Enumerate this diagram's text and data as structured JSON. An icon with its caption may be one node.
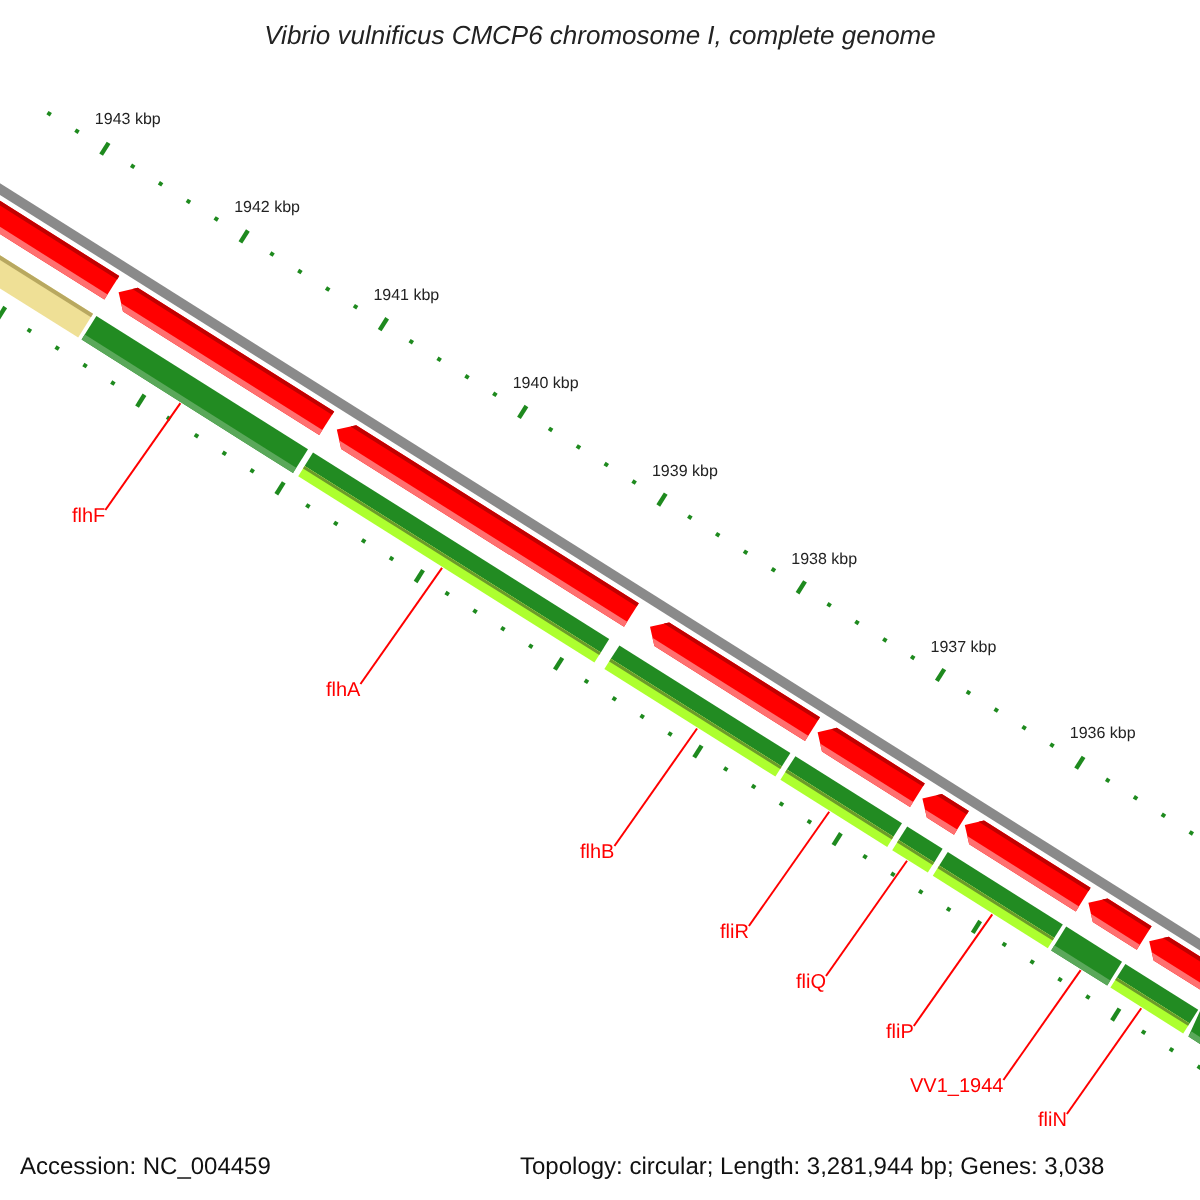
{
  "diagram": {
    "title": "Vibrio vulnificus CMCP6 chromosome I, complete genome",
    "nodes": [
      {
        "text": [
          "flhF"
        ]
      },
      {
        "text": [
          "flhA"
        ]
      },
      {
        "text": [
          "flhB"
        ]
      },
      {
        "text": [
          "fliR"
        ]
      },
      {
        "text": [
          "fliQ"
        ]
      },
      {
        "text": [
          "fliP"
        ]
      },
      {
        "text": [
          "VV1_1944"
        ]
      },
      {
        "text": [
          "fliN"
        ]
      },
      {
        "text": [],
        "shape": "bar"
      },
      {
        "text": [],
        "shape": "bar"
      },
      {
        "text": [],
        "shape": "bar"
      },
      {
        "text": [],
        "shape": "bar"
      },
      {
        "text": [],
        "shape": "bar"
      },
      {
        "text": [],
        "shape": "bar"
      },
      {
        "text": [],
        "shape": "bar"
      },
      {
        "text": [],
        "shape": "bar"
      },
      {
        "text": [],
        "shape": "bar"
      },
      {
        "text": [],
        "shape": "bar"
      },
      {
        "text": [],
        "shape": "arrow"
      },
      {
        "text": [],
        "shape": "arrow"
      },
      {
        "text": [],
        "shape": "arrow"
      },
      {
        "text": [],
        "shape": "arrow"
      },
      {
        "text": [],
        "shape": "arrow"
      },
      {
        "text": [],
        "shape": "arrow"
      },
      {
        "text": [],
        "shape": "arrow"
      },
      {
        "text": [],
        "shape": "arrow"
      },
      {
        "text": [],
        "shape": "arrow"
      }
    ],
    "edges": [
      {
        "from": 0,
        "to": 8,
        "arrow": "none"
      },
      {
        "from": 1,
        "to": 9,
        "arrow": "none"
      },
      {
        "from": 2,
        "to": 10,
        "arrow": "none"
      },
      {
        "from": 3,
        "to": 11,
        "arrow": "none"
      },
      {
        "from": 4,
        "to": 12,
        "arrow": "none"
      },
      {
        "from": 5,
        "to": 13,
        "arrow": "none"
      },
      {
        "from": 6,
        "to": 14,
        "arrow": "none"
      },
      {
        "from": 7,
        "to": 15,
        "arrow": "none"
      }
    ],
    "labels": [
      "1943 kbp",
      "1942 kbp",
      "1941 kbp",
      "1940 kbp",
      "1939 kbp",
      "1938 kbp",
      "1937 kbp",
      "1936 kbp",
      "Accession: NC_004459",
      "Topology: circular; Length: 3,281,944 bp; Genes: 3,038"
    ]
  }
}
